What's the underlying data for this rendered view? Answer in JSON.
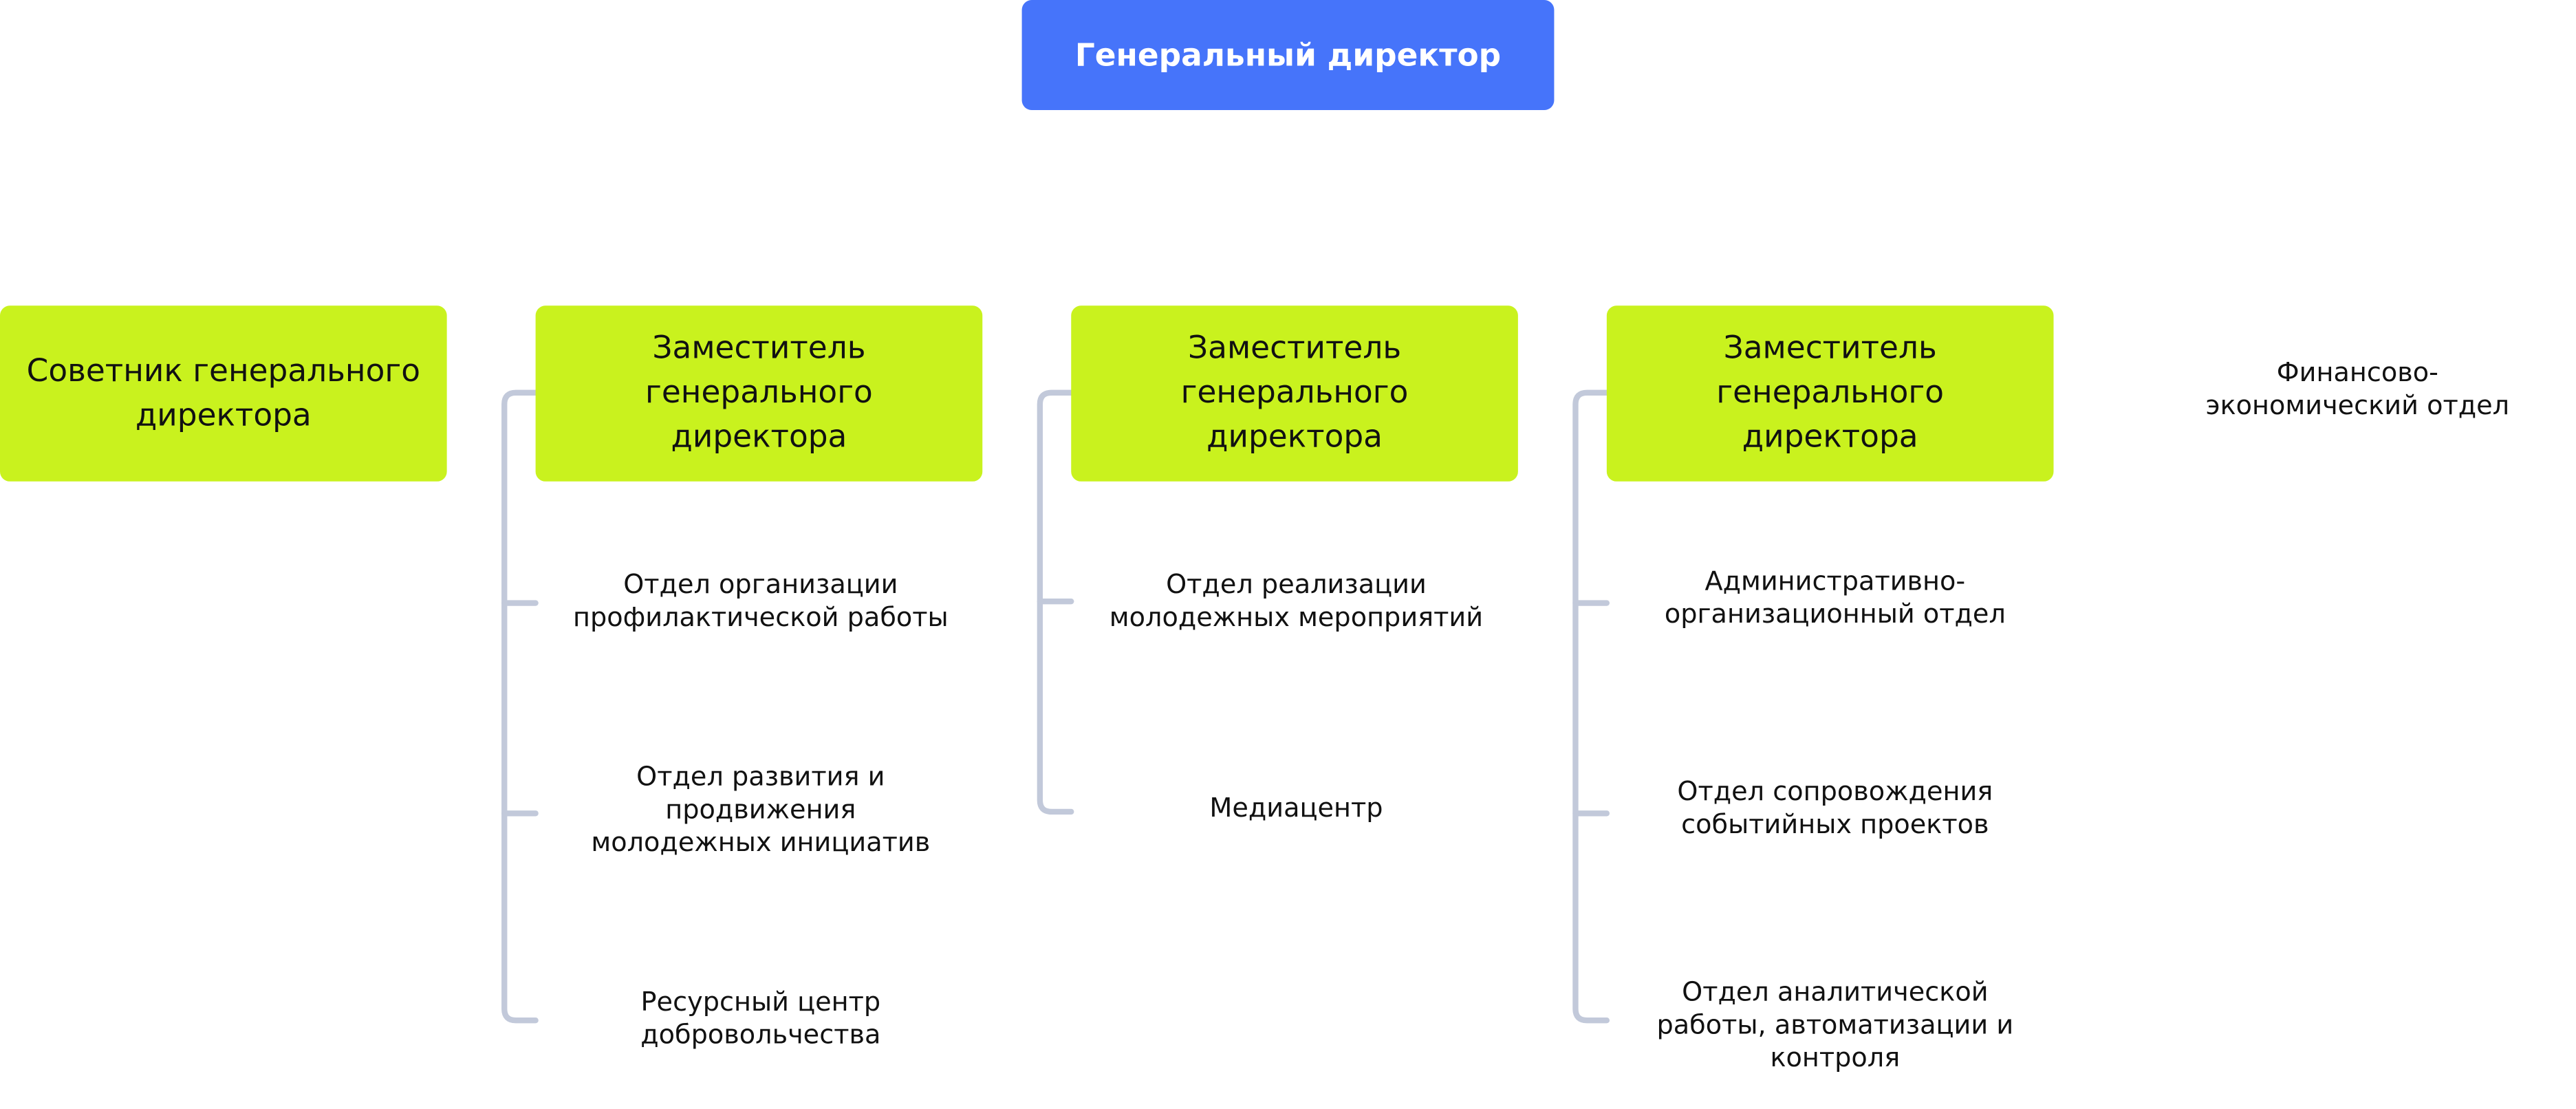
{
  "ceo": {
    "label": "Генеральный директор"
  },
  "advisor": {
    "label": "Советник генерального директора"
  },
  "finance": {
    "label": "Финансово-экономический отдел"
  },
  "deputies": [
    {
      "label": "Заместитель генерального директора",
      "departments": [
        "Отдел организации профилактической работы",
        "Отдел развития и продвижения молодежных инициатив",
        "Ресурсный центр добровольчества"
      ]
    },
    {
      "label": "Заместитель генерального директора",
      "departments": [
        "Отдел реализации молодежных мероприятий",
        "Медиацентр"
      ]
    },
    {
      "label": "Заместитель генерального директора",
      "departments": [
        "Административно-организационный отдел",
        "Отдел сопровождения событийных проектов",
        "Отдел аналитической работы, автоматизации и контроля"
      ]
    }
  ],
  "colors": {
    "ceo_fill": "#4674fa",
    "deputy_fill": "#c9f21e",
    "connector": "#c2c9da",
    "text": "#111111"
  }
}
